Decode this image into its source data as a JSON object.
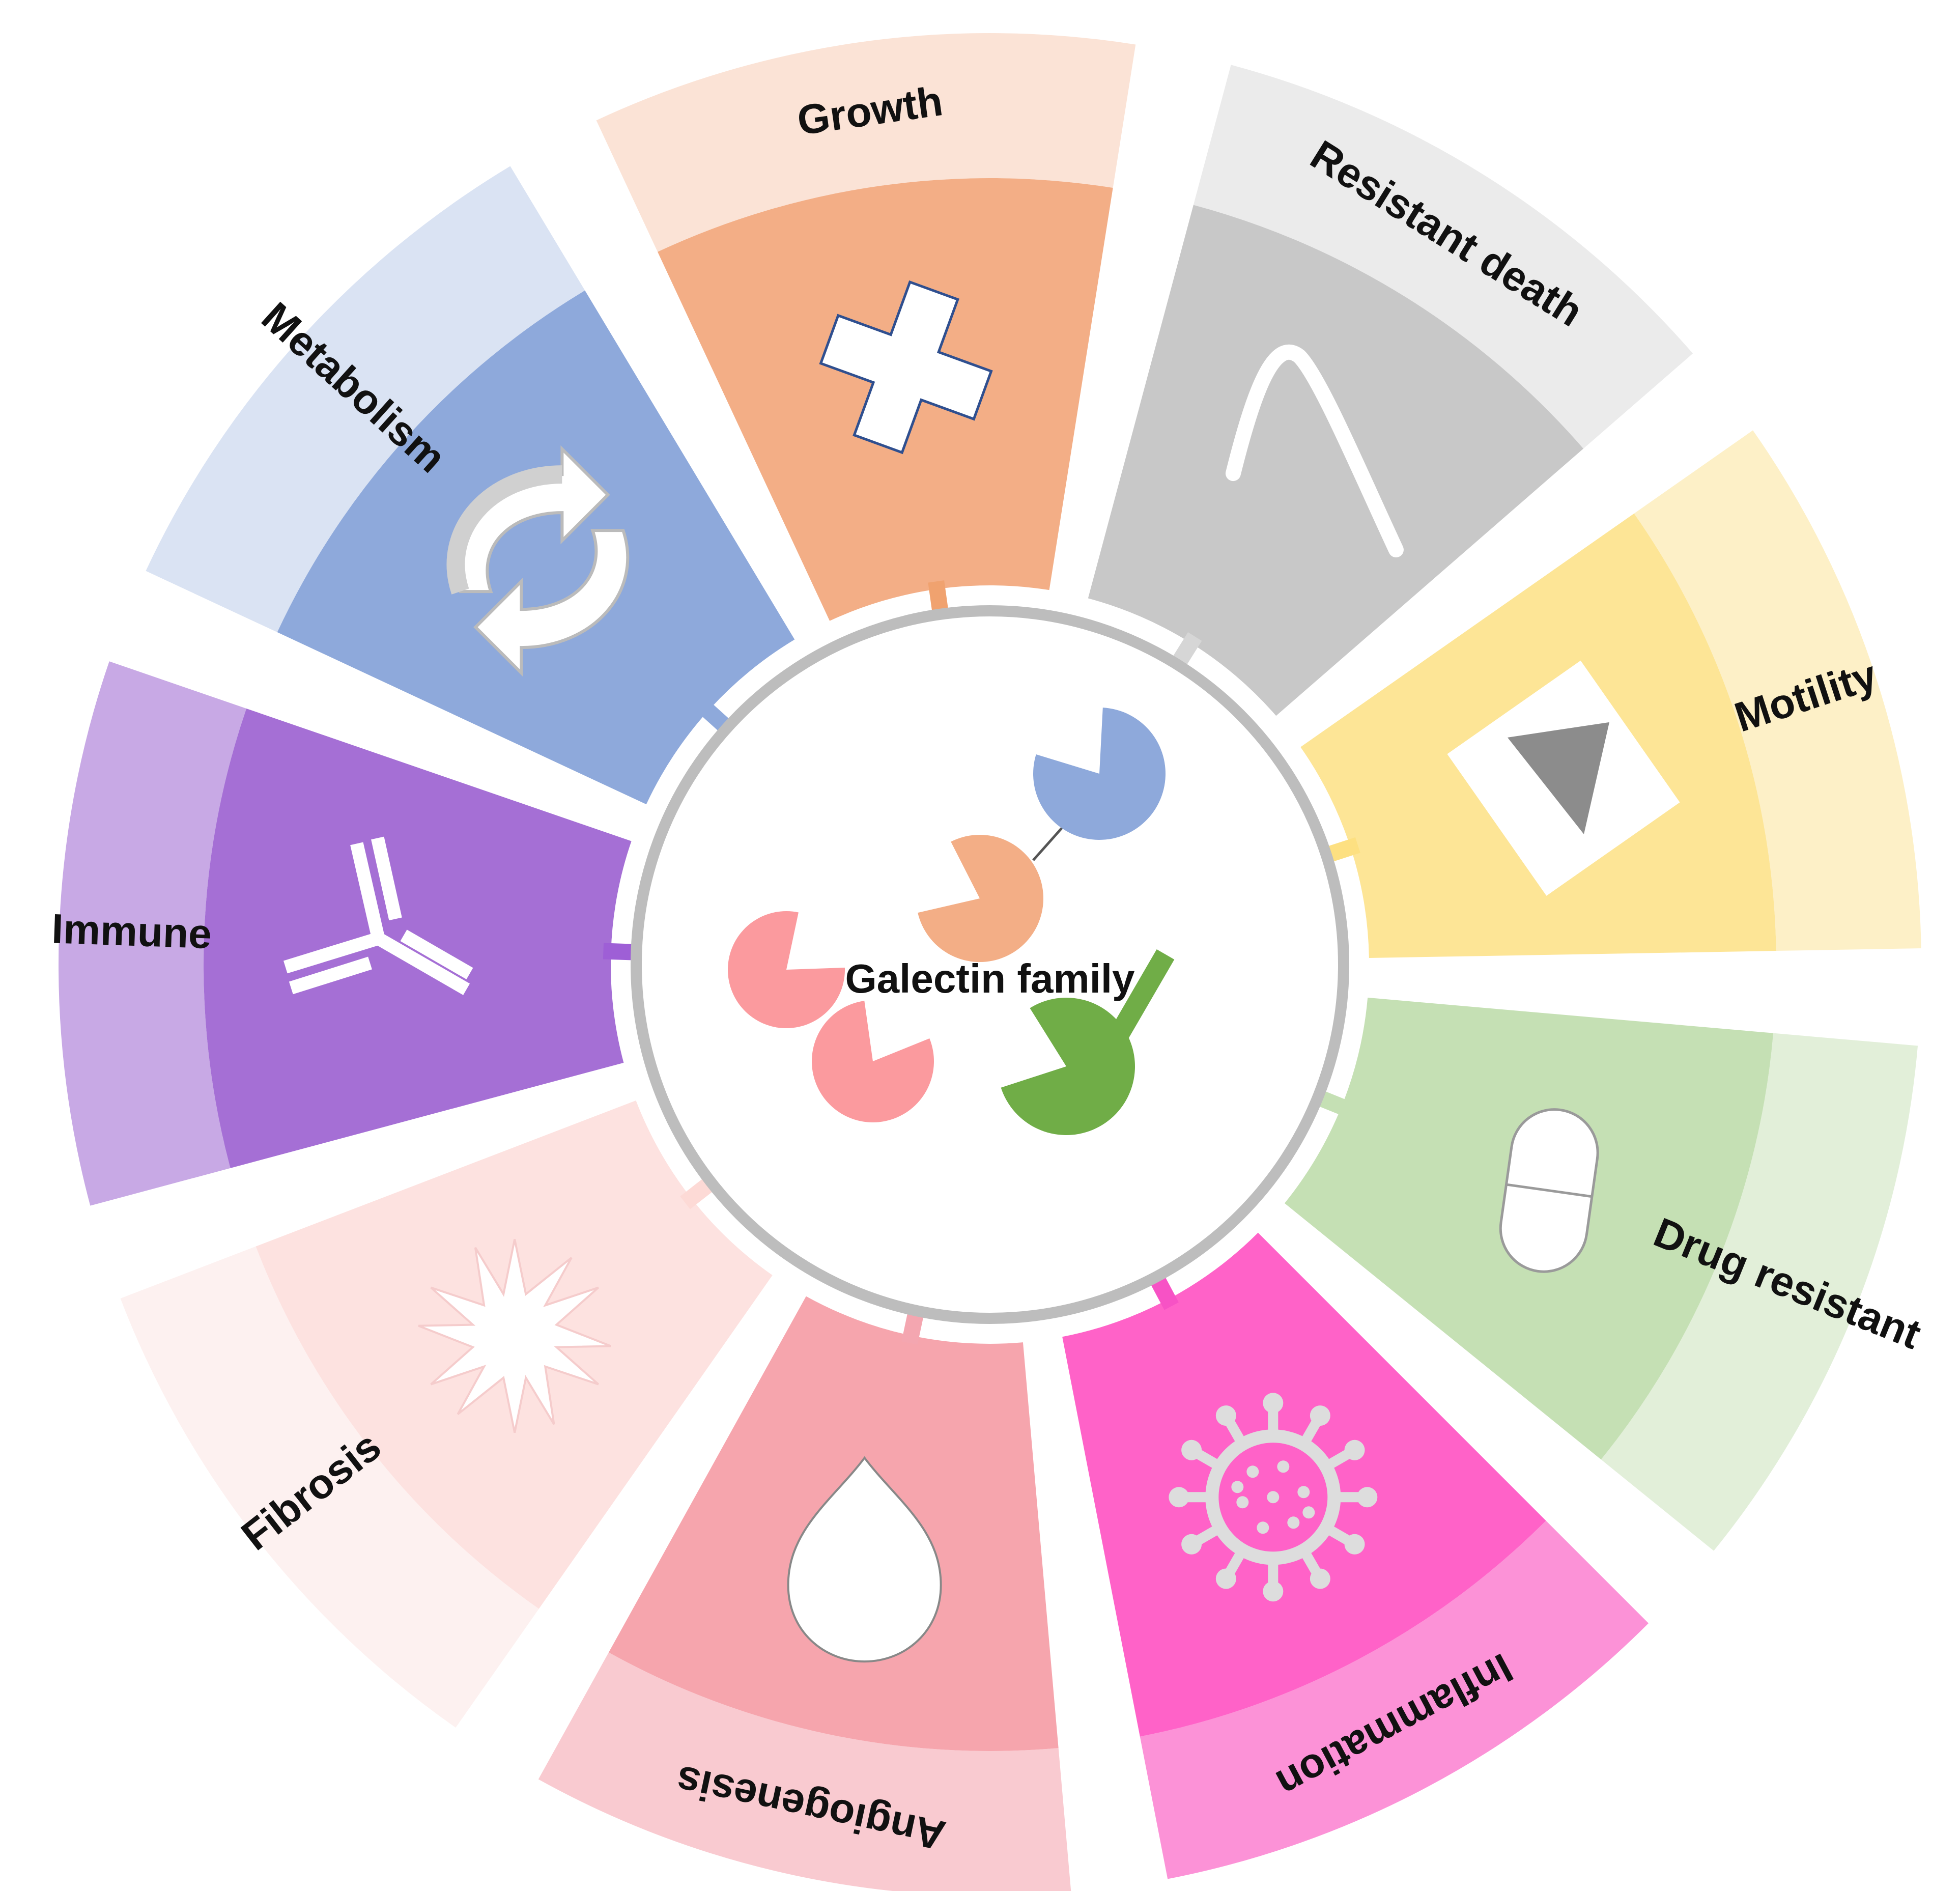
{
  "center": {
    "label": "Galectin family",
    "ring_color": "#bdbdbd"
  },
  "segments": [
    {
      "id": "growth",
      "label": "Growth",
      "outer_color": "#fbe3d6",
      "inner_color": "#f3ae86",
      "arrow_color": "#f0a26f",
      "icon": "plus-icon"
    },
    {
      "id": "resistant-death",
      "label": "Resistant death",
      "outer_color": "#ebebeb",
      "inner_color": "#c8c8c8",
      "arrow_color": "#d6d6d6",
      "icon": "line-icon"
    },
    {
      "id": "motility",
      "label": "Motility",
      "outer_color": "#fdf0c7",
      "inner_color": "#fde596",
      "arrow_color": "#fde081",
      "icon": "play-icon"
    },
    {
      "id": "drug-resistant",
      "label": "Drug resistant",
      "outer_color": "#e2efd9",
      "inner_color": "#c5e0b4",
      "arrow_color": "#c5e0b4",
      "icon": "pill-icon"
    },
    {
      "id": "inflammation",
      "label": "Inflammation",
      "outer_color": "#fc92d7",
      "inner_color": "#ff62c8",
      "arrow_color": "#f752c5",
      "icon": "virus-icon"
    },
    {
      "id": "angiogenesis",
      "label": "Angiogenesis",
      "outer_color": "#f9cad0",
      "inner_color": "#f6a5ad",
      "arrow_color": "#f4a6b0",
      "icon": "drop-icon"
    },
    {
      "id": "fibrosis",
      "label": "Fibrosis",
      "outer_color": "#fdf1f0",
      "inner_color": "#fde2e0",
      "arrow_color": "#fddad6",
      "icon": "burst-icon"
    },
    {
      "id": "immune",
      "label": "Immune",
      "outer_color": "#c8a9e5",
      "inner_color": "#a56fd5",
      "arrow_color": "#9e5fd6",
      "icon": "antibody-icon"
    },
    {
      "id": "metabolism",
      "label": "Metabolism",
      "outer_color": "#dae3f3",
      "inner_color": "#8ea9db",
      "arrow_color": "#8ea9db",
      "icon": "cycle-icon"
    }
  ],
  "galectins": {
    "blue": "#8ea9db",
    "orange": "#f3ae86",
    "pink": "#fb9a9e",
    "green": "#70ad47",
    "linker": "#555555"
  }
}
